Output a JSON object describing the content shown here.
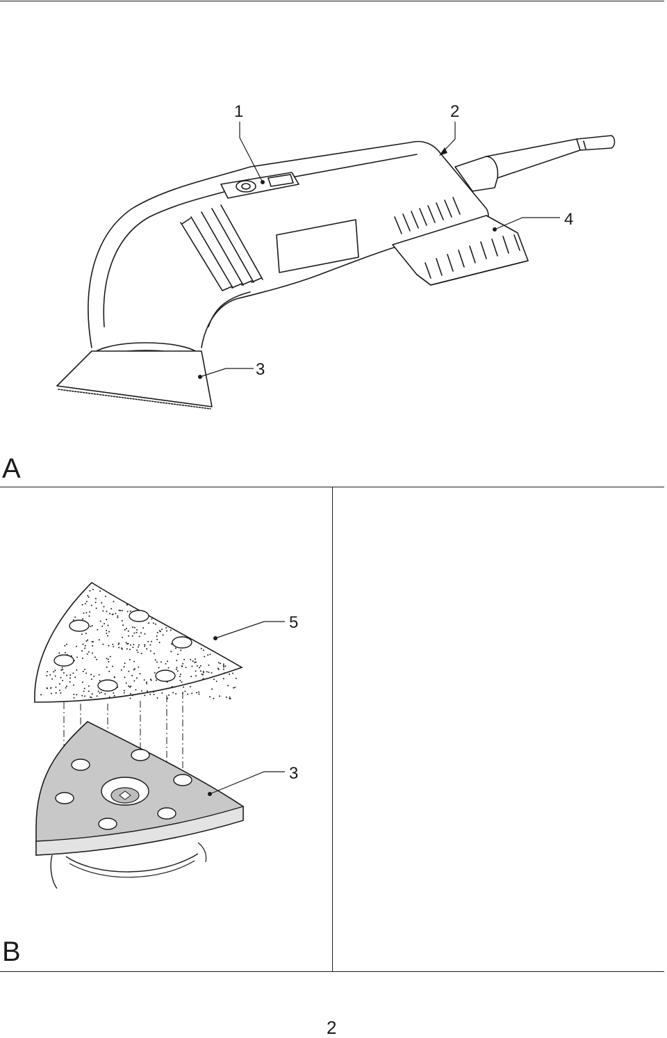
{
  "figure_a": {
    "panel_label": "A",
    "callouts": {
      "c1": "1",
      "c2": "2",
      "c3": "3",
      "c4": "4"
    },
    "icons": [
      "delta-sander-icon"
    ]
  },
  "figure_b": {
    "panel_label": "B",
    "callouts": {
      "c5": "5",
      "c3": "3"
    },
    "icons": [
      "sanding-sheet-icon",
      "sanding-pad-icon"
    ]
  },
  "page": {
    "number": "2"
  }
}
